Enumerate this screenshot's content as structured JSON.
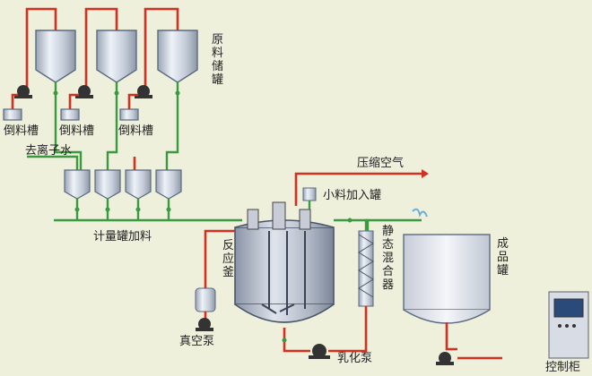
{
  "labels": {
    "raw_storage": "原料储罐",
    "feed_trough_1": "倒料槽",
    "feed_trough_2": "倒料槽",
    "feed_trough_3": "倒料槽",
    "deionized_water": "去离子水",
    "metering_feed": "计量罐加料",
    "compressed_air": "压缩空气",
    "small_additive": "小料加入罐",
    "reactor": "反应釜",
    "static_mixer": "静态混合器",
    "product_tank": "成品罐",
    "vacuum_pump": "真空泵",
    "emulsion_pump": "乳化泵",
    "control_cabinet": "控制柜"
  },
  "colors": {
    "background": "#eef0dc",
    "pipe_main": "#d23020",
    "pipe_branch": "#3a9a40",
    "vessel_fill": "#b8c0cc"
  }
}
